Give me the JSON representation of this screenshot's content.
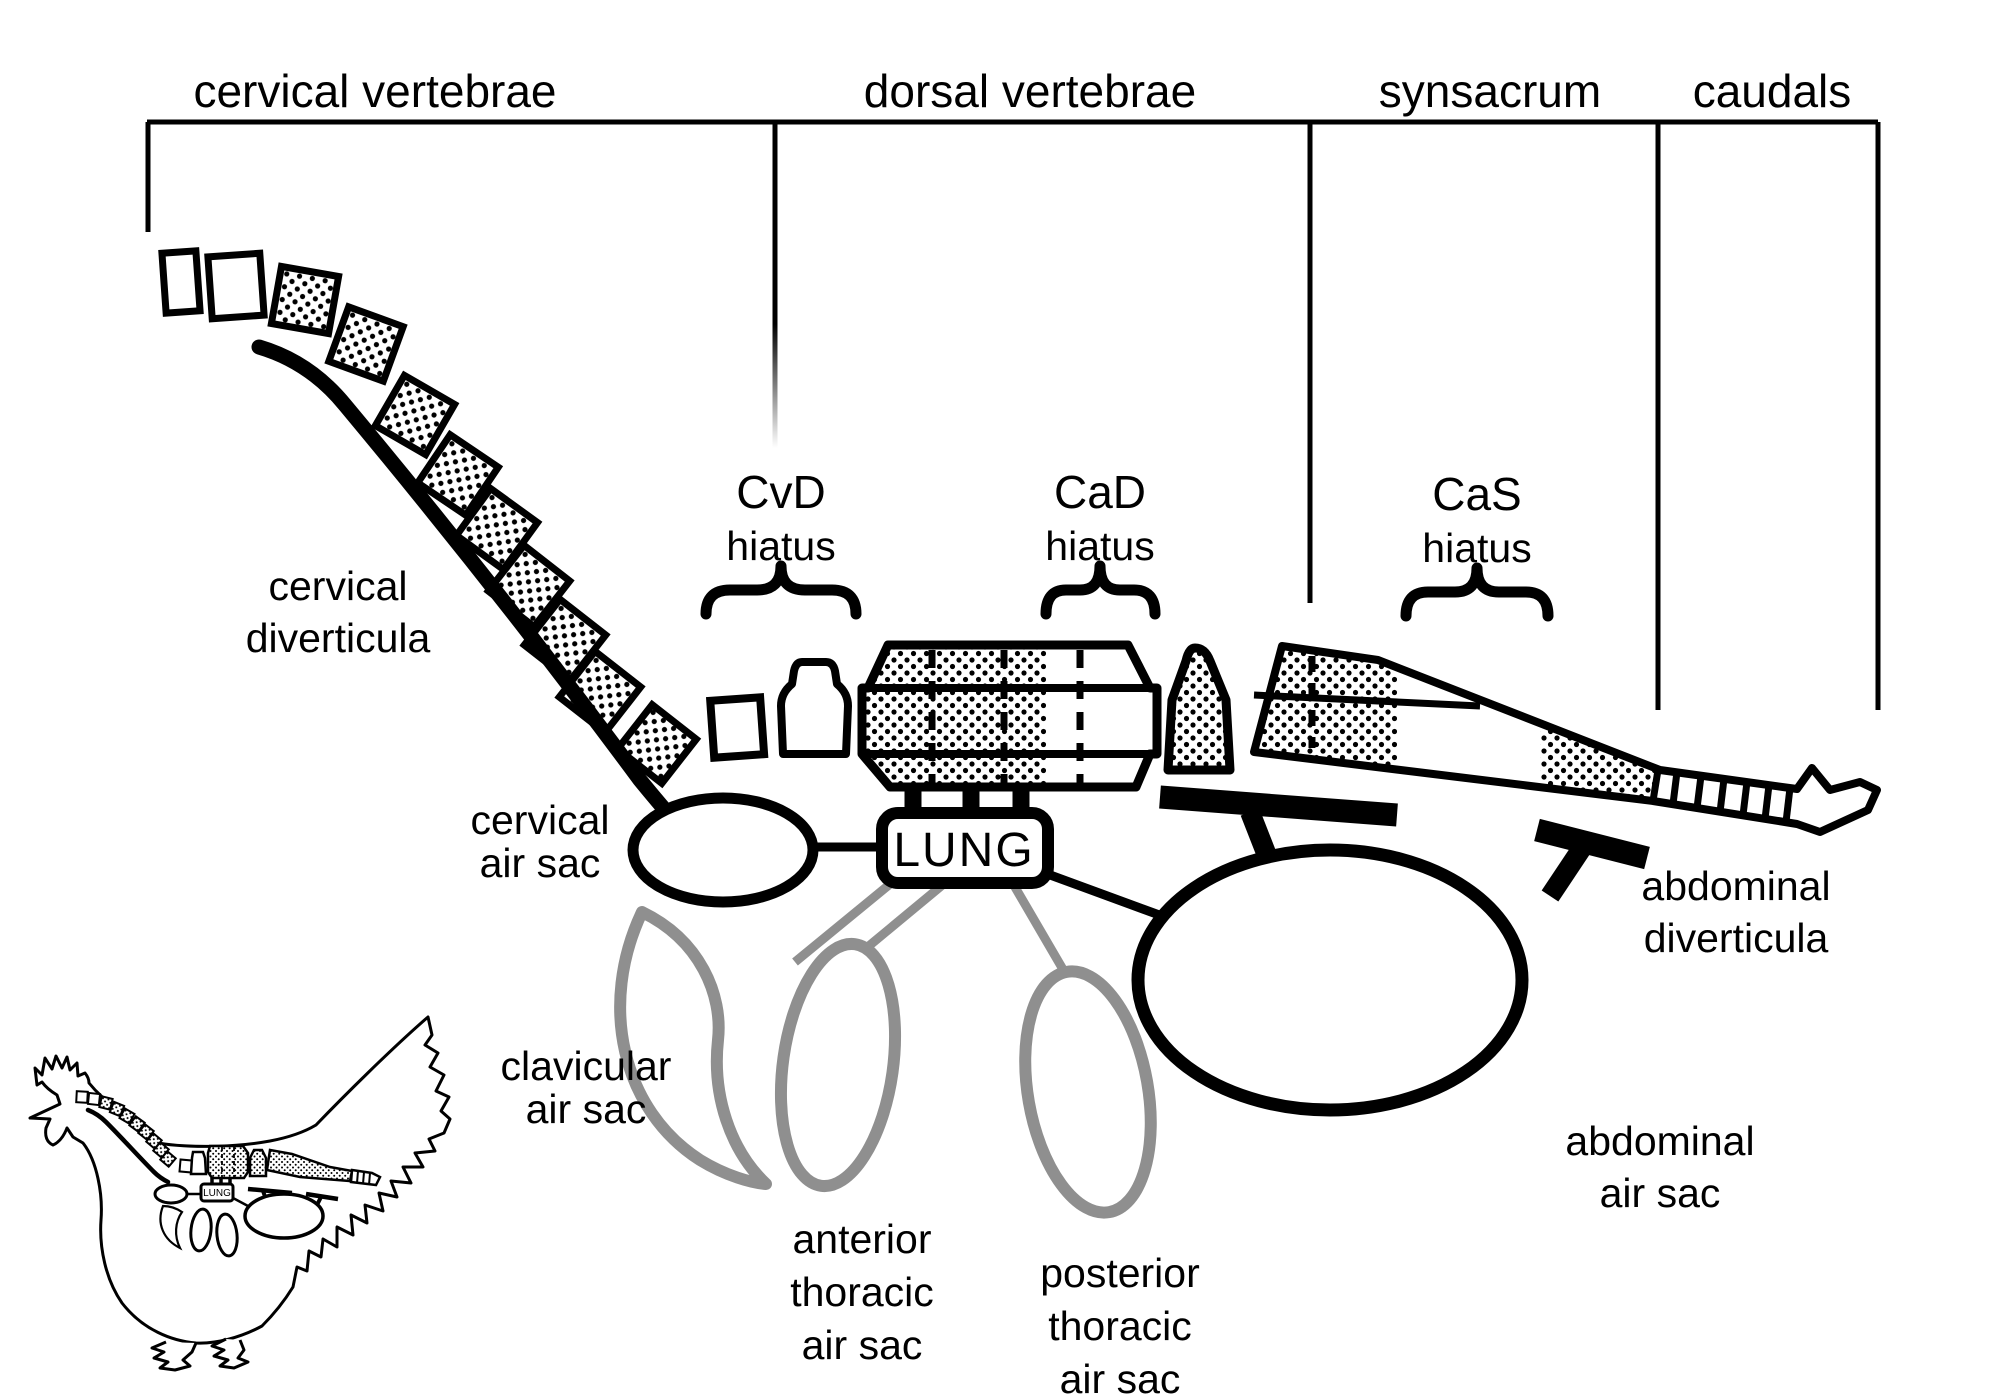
{
  "regions": [
    "cervical vertebrae",
    "dorsal vertebrae",
    "synsacrum",
    "caudals"
  ],
  "hiatuses": [
    {
      "abbr": "CvD",
      "word": "hiatus"
    },
    {
      "abbr": "CaD",
      "word": "hiatus"
    },
    {
      "abbr": "CaS",
      "word": "hiatus"
    }
  ],
  "labels": {
    "cervical_diverticula": [
      "cervical",
      "diverticula"
    ],
    "cervical_air_sac": [
      "cervical",
      "air sac"
    ],
    "clavicular_air_sac": [
      "clavicular",
      "air sac"
    ],
    "anterior_thoracic_air_sac": [
      "anterior",
      "thoracic",
      "air sac"
    ],
    "posterior_thoracic_air_sac": [
      "posterior",
      "thoracic",
      "air sac"
    ],
    "abdominal_diverticula": [
      "abdominal",
      "diverticula"
    ],
    "abdominal_air_sac": [
      "abdominal",
      "air sac"
    ]
  },
  "lung_label": "LUNG",
  "inset_lung_label": "LUNG",
  "colors": {
    "ink": "#000000",
    "air_sac_gray": "#8f8f8f"
  }
}
